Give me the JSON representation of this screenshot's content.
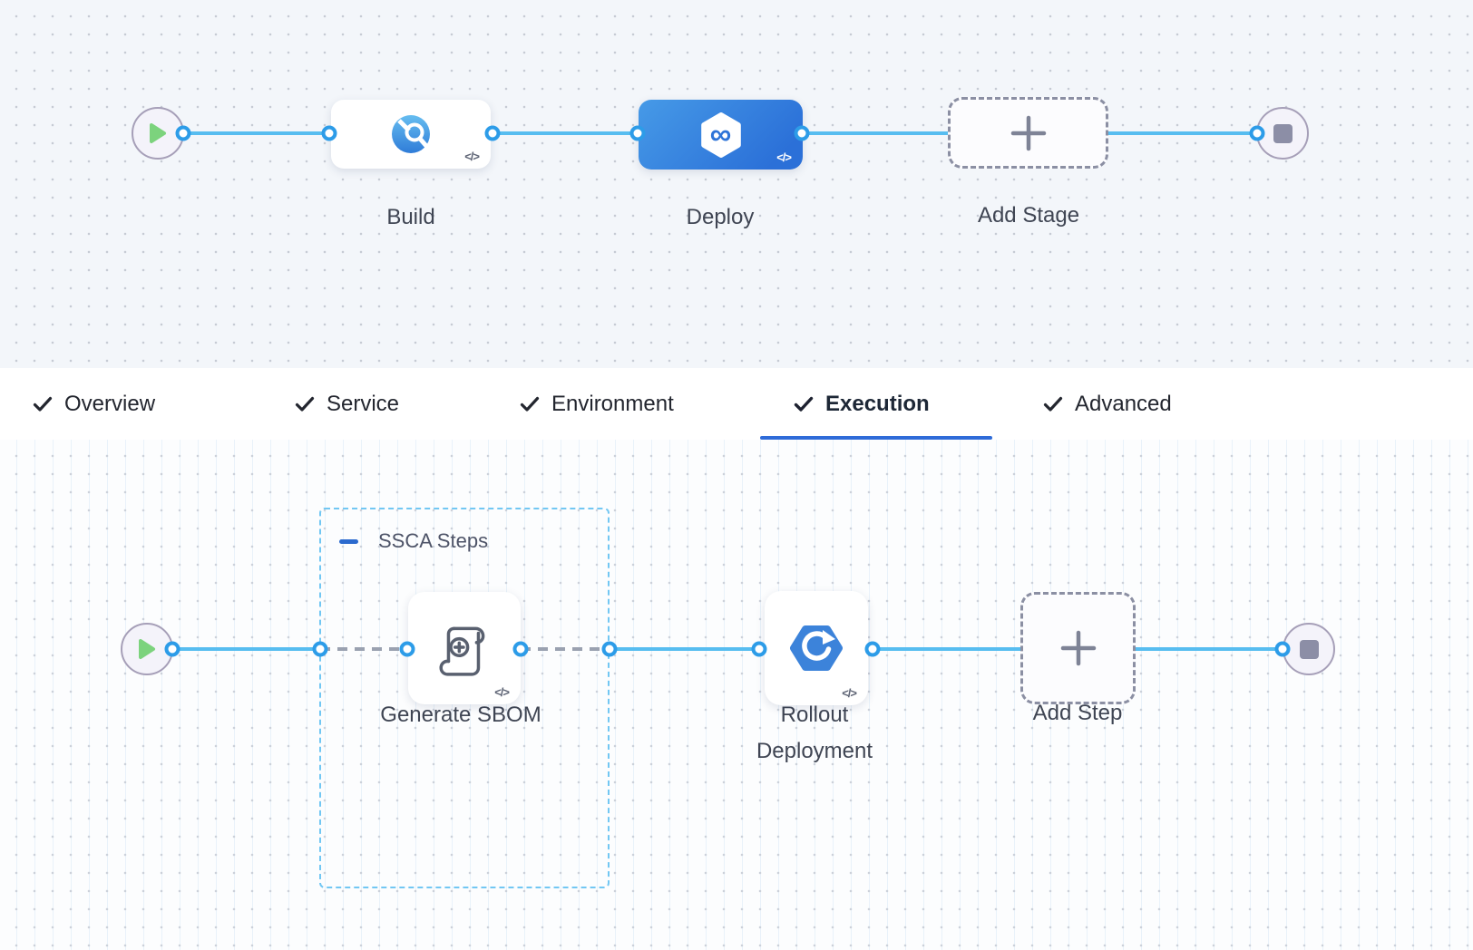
{
  "pipeline": {
    "build_label": "Build",
    "deploy_label": "Deploy",
    "add_stage_label": "Add Stage",
    "code_badge": "</>"
  },
  "tabs": {
    "overview": "Overview",
    "service": "Service",
    "environment": "Environment",
    "execution": "Execution",
    "advanced": "Advanced"
  },
  "execution": {
    "group_label": "SSCA Steps",
    "generate_sbom_label": "Generate SBOM",
    "rollout_line1": "Rollout",
    "rollout_line2": "Deployment",
    "add_step_label": "Add Step",
    "code_badge": "</>"
  },
  "colors": {
    "edge_blue": "#57bdf0",
    "port_blue": "#2d9ce8",
    "selected_stage_blue": "#2b70d8",
    "tab_underline": "#2e6bd8",
    "group_border": "#72c7f3",
    "dashed_edge_gray": "#9aa1b0",
    "canvas_top_bg": "#f3f6fa",
    "canvas_bottom_bg": "#fcfdfe"
  }
}
